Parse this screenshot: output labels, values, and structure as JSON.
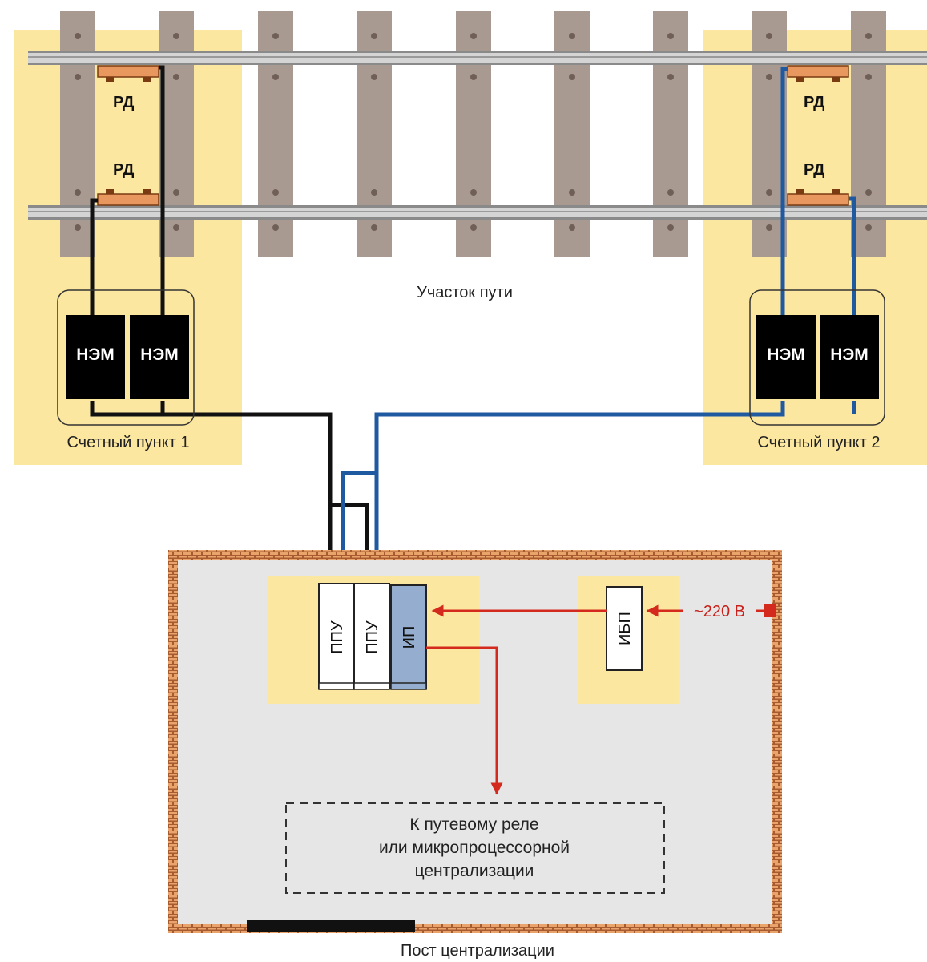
{
  "labels": {
    "track_section": "Участок пути",
    "counting_point_1": "Счетный пункт 1",
    "counting_point_2": "Счетный пункт 2",
    "sensor": "РД",
    "nem": "НЭМ",
    "ppu": "ППУ",
    "power_supply": "ИП",
    "ups": "ИБП",
    "mains_voltage": "~220 В",
    "destination_line1": "К путевому реле",
    "destination_line2": "или микропроцессорной",
    "destination_line3": "централизации",
    "post": "Пост централизации"
  },
  "colors": {
    "zone_fill": "#fce7a0",
    "sleeper": "#a89a90",
    "rail": "#d4d4d4",
    "sensor": "#e8985e",
    "nem_block": "#000000",
    "cable_point1": "#111111",
    "cable_point2": "#1f5aa0",
    "power_line": "#d42a1e",
    "building_fill": "#e6e6e6",
    "brick": "#a85a30",
    "power_supply_fill": "#95aecf"
  }
}
